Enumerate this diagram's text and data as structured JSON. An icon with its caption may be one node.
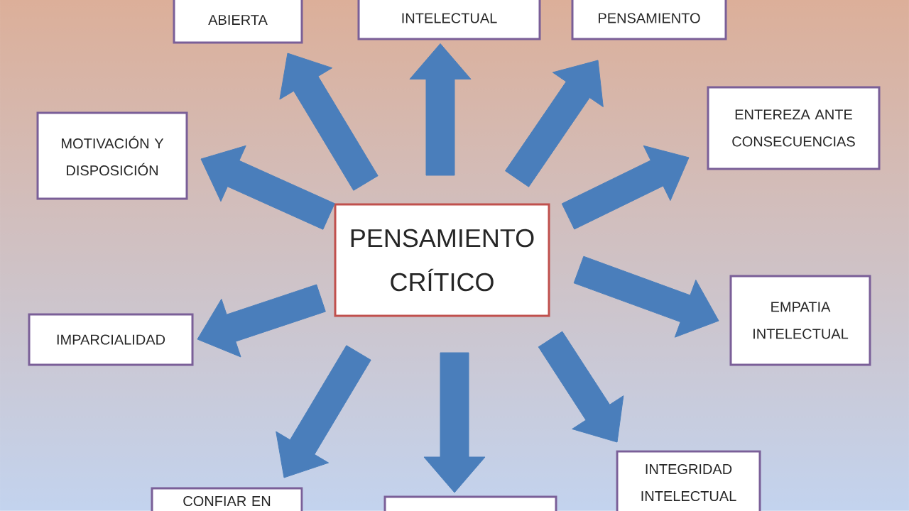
{
  "diagram": {
    "nodes": [
      {
        "text": [
          "ABIERTA"
        ]
      },
      {
        "text": [
          "INTELECTUAL"
        ]
      },
      {
        "text": [
          "PENSAMIENTO"
        ]
      },
      {
        "text": [
          "MOTIVACIÓN Y DISPOSICIÓN"
        ]
      },
      {
        "text": [
          "ENTEREZA ANTE CONSECUENCIAS"
        ]
      },
      {
        "text": [
          "PENSAMIENTO CRÍTICO"
        ]
      },
      {
        "text": [
          "IMPARCIALIDAD"
        ]
      },
      {
        "text": [
          "EMPATIA INTELECTUAL"
        ]
      },
      {
        "text": [
          "CONFIAR EN"
        ]
      },
      {
        "text": [],
        "shape": "box"
      },
      {
        "text": [
          "INTEGRIDAD INTELECTUAL"
        ]
      }
    ],
    "edges": [
      {
        "from": 5,
        "to": 0,
        "arrow": "to"
      },
      {
        "from": 5,
        "to": 1,
        "arrow": "to"
      },
      {
        "from": 5,
        "to": 2,
        "arrow": "to"
      },
      {
        "from": 5,
        "to": 3,
        "arrow": "to"
      },
      {
        "from": 5,
        "to": 4,
        "arrow": "to"
      },
      {
        "from": 5,
        "to": 6,
        "arrow": "to"
      },
      {
        "from": 5,
        "to": 7,
        "arrow": "to"
      },
      {
        "from": 5,
        "to": 8,
        "arrow": "to"
      },
      {
        "from": 5,
        "to": 9,
        "arrow": "to"
      },
      {
        "from": 5,
        "to": 10,
        "arrow": "to"
      }
    ]
  }
}
